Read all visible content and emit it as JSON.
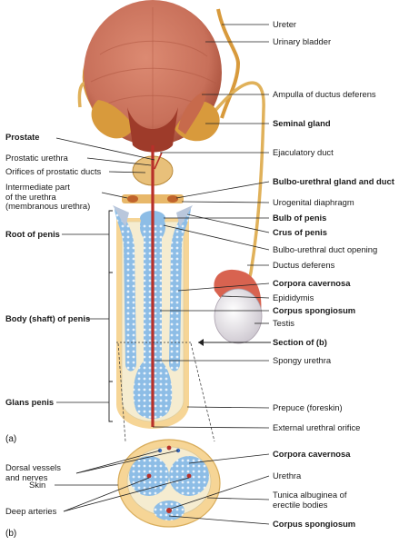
{
  "figure": {
    "panel_a": "(a)",
    "panel_b": "(b)"
  },
  "labels_right": {
    "ureter": "Ureter",
    "urinary_bladder": "Urinary bladder",
    "ampulla": "Ampulla of ductus deferens",
    "seminal_gland": "Seminal gland",
    "ejaculatory_duct": "Ejaculatory duct",
    "bulbo_urethral_gland": "Bulbo-urethral gland and duct",
    "urogenital_diaphragm": "Urogenital diaphragm",
    "bulb_of_penis": "Bulb of penis",
    "crus_of_penis": "Crus of penis",
    "bulbo_urethral_opening": "Bulbo-urethral duct opening",
    "ductus_deferens": "Ductus deferens",
    "corpora_cavernosa": "Corpora cavernosa",
    "epididymis": "Epididymis",
    "corpus_spongiosum": "Corpus spongiosum",
    "testis": "Testis",
    "section_of_b": "Section of (b)",
    "spongy_urethra": "Spongy urethra",
    "prepuce": "Prepuce (foreskin)",
    "external_urethral_orifice": "External urethral orifice",
    "b_corpora_cavernosa": "Corpora cavernosa",
    "b_urethra": "Urethra",
    "b_tunica": "Tunica albuginea of\nerectile bodies",
    "b_corpus_spongiosum": "Corpus spongiosum"
  },
  "labels_left": {
    "prostate": "Prostate",
    "prostatic_urethra": "Prostatic urethra",
    "orifices_prostatic_ducts": "Orifices of prostatic ducts",
    "intermediate_urethra": "Intermediate part\nof the urethra\n(membranous urethra)",
    "root_of_penis": "Root of penis",
    "body_of_penis": "Body (shaft) of penis",
    "glans_penis": "Glans penis",
    "dorsal_vessels": "Dorsal vessels\nand nerves",
    "skin": "Skin",
    "deep_arteries": "Deep arteries"
  },
  "colors": {
    "bladder": "#c8705a",
    "bladder_dark": "#a24a36",
    "seminal": "#d89a3c",
    "prostate": "#e8c07a",
    "erectile": "#7fb2e2",
    "erectile_light": "#c9dff2",
    "tunica": "#f5ecd0",
    "urethra": "#b8302a",
    "skin": "#f6d596",
    "testis": "#e9e5ea",
    "epididymis": "#d86350",
    "leader": "#222222"
  }
}
